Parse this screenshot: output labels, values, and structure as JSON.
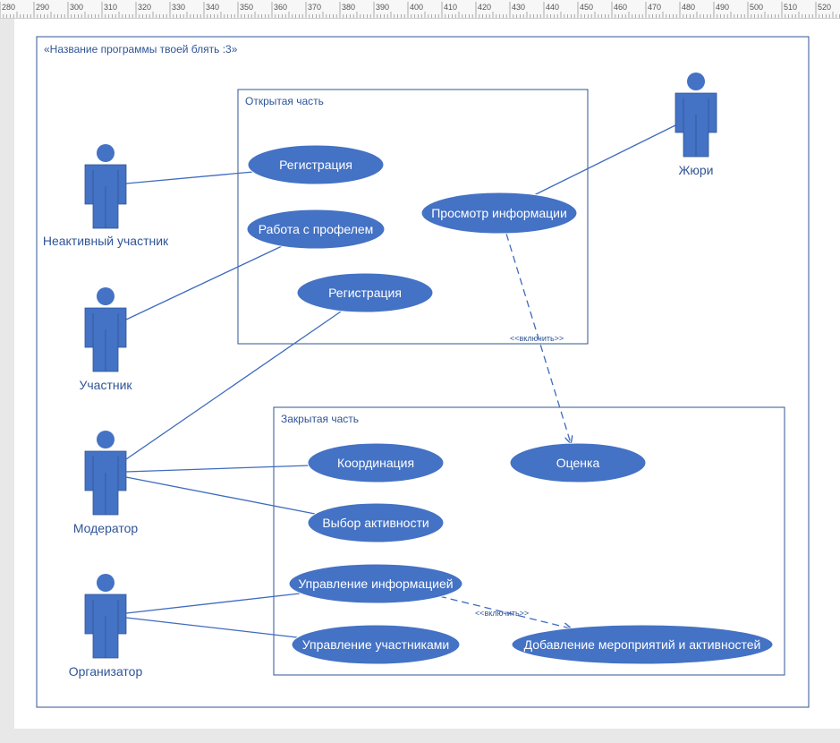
{
  "ruler": {
    "labels": [
      "280",
      "290",
      "300",
      "310",
      "320",
      "330",
      "340",
      "350",
      "360",
      "370",
      "380",
      "390",
      "400",
      "410",
      "420",
      "430",
      "440",
      "450",
      "460",
      "470",
      "480",
      "490",
      "500",
      "510",
      "520"
    ]
  },
  "diagram": {
    "title": "«Название программы твоей блять :3»",
    "packages": {
      "open": "Открытая часть",
      "closed": "Закрытая часть"
    },
    "actors": {
      "inactive": "Неактивный участник",
      "participant": "Участник",
      "moderator": "Модератор",
      "organizer": "Организатор",
      "jury": "Жюри"
    },
    "usecases": {
      "registration1": "Регистрация",
      "profile": "Работа с профелем",
      "registration2": "Регистрация",
      "view_info": "Просмотр информации",
      "coordination": "Координация",
      "rating": "Оценка",
      "activity_choice": "Выбор активности",
      "info_management": "Управление информацией",
      "participants_management": "Управление участниками",
      "add_events": "Добавление мероприятий и активностей"
    },
    "relations": {
      "include1": "<<включить>>",
      "include2": "<<включить>>"
    }
  },
  "colors": {
    "shape_fill": "#4472c4",
    "line": "#3f6bbf",
    "frame": "#2f5496",
    "text": "#2f5496"
  }
}
